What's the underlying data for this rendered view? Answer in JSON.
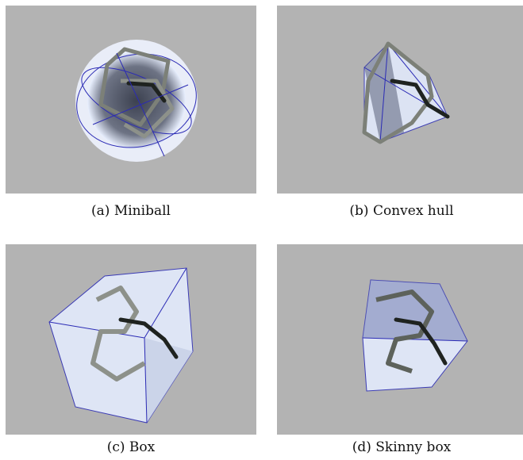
{
  "figure": {
    "panels": [
      {
        "id": "a",
        "caption": "(a) Miniball",
        "shape": "miniball"
      },
      {
        "id": "b",
        "caption": "(b) Convex hull",
        "shape": "convex-hull"
      },
      {
        "id": "c",
        "caption": "(c) Box",
        "shape": "box"
      },
      {
        "id": "d",
        "caption": "(d) Skinny box",
        "shape": "skinny-box"
      }
    ]
  },
  "colors": {
    "background": "#b3b3b3",
    "hull_edge": "#2b2bb5",
    "hull_fill": "#dfe8ff",
    "tube": "#7c8078",
    "tube_dark": "#1f2320"
  }
}
